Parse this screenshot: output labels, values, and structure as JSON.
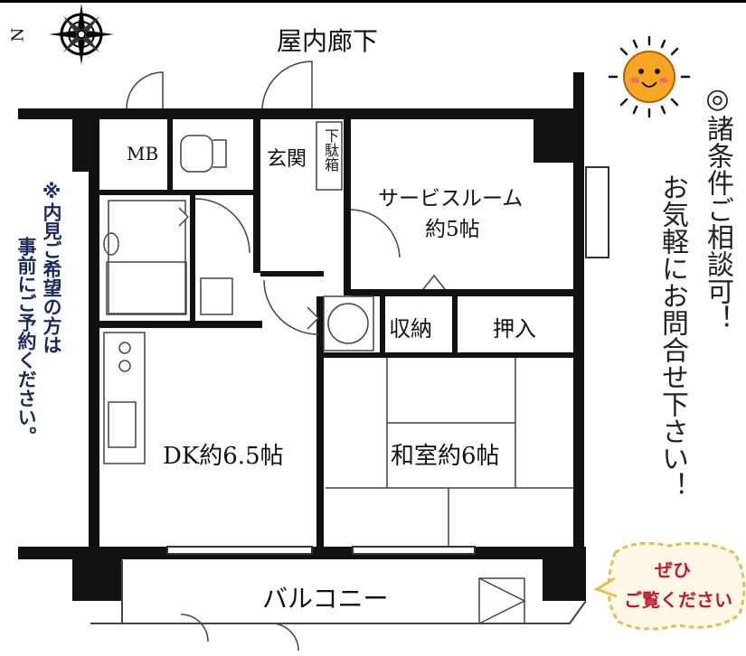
{
  "compass": {
    "north_label": "N"
  },
  "corridor_label": "屋内廊下",
  "rooms": {
    "mb": "MB",
    "entrance": "玄関",
    "shoe_box": "下駄箱",
    "service_room": "サービスルーム",
    "service_room_size": "約5帖",
    "storage": "収納",
    "closet": "押入",
    "dk": "DK約6.5帖",
    "washitsu": "和室約6帖",
    "balcony": "バルコニー"
  },
  "notes": {
    "right_col1": "◎諸条件ご相談可！",
    "right_col2": "お気軽にお問合せ下さい！",
    "left_col1": "※内見ご希望の方は",
    "left_col2": "事前にご予約ください。"
  },
  "bubble": {
    "line1": "ぜひ",
    "line2": "ご覧ください"
  },
  "icons": [
    "compass-icon",
    "sun-icon"
  ]
}
